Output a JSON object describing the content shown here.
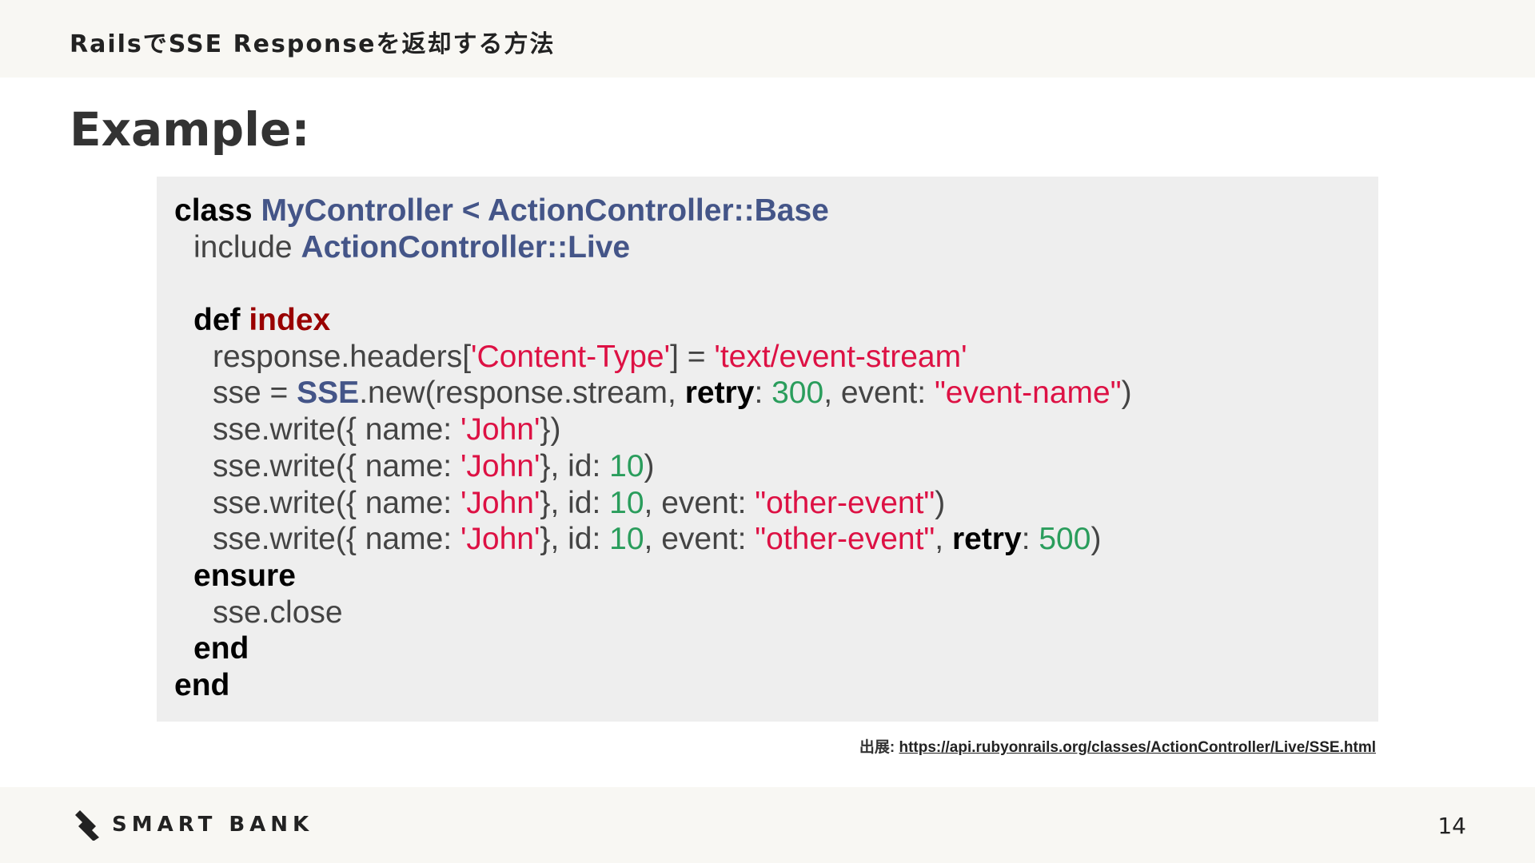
{
  "header": {
    "title": "RailsでSSE Responseを返却する方法"
  },
  "section": {
    "title": "Example:"
  },
  "code": {
    "l1": {
      "a": "class",
      "b": " MyController < ActionController::Base"
    },
    "l2": {
      "a": "include ",
      "b": "ActionController::Live"
    },
    "l4": {
      "a": "def",
      "b": " index"
    },
    "l5": {
      "a": "response.headers[",
      "b": "'Content-Type'",
      "c": "] = ",
      "d": "'text/event-stream'"
    },
    "l6": {
      "a": "sse = ",
      "b": "SSE",
      "c": ".new(response.stream, ",
      "d": "retry",
      "e": ": ",
      "f": "300",
      "g": ", event: ",
      "h": "\"event-name\"",
      "i": ")"
    },
    "l7": {
      "a": "sse.write({ name: ",
      "b": "'John'",
      "c": "})"
    },
    "l8": {
      "a": "sse.write({ name: ",
      "b": "'John'",
      "c": "}, id: ",
      "d": "10",
      "e": ")"
    },
    "l9": {
      "a": "sse.write({ name: ",
      "b": "'John'",
      "c": "}, id: ",
      "d": "10",
      "e": ", event: ",
      "f": "\"other-event\"",
      "g": ")"
    },
    "l10": {
      "a": "sse.write({ name: ",
      "b": "'John'",
      "c": "}, id: ",
      "d": "10",
      "e": ", event: ",
      "f": "\"other-event\"",
      "g": ", ",
      "h": "retry",
      "i": ": ",
      "j": "500",
      "k": ")"
    },
    "l11": {
      "a": "ensure"
    },
    "l12": {
      "a": "sse.close"
    },
    "l13": {
      "a": "end"
    },
    "l14": {
      "a": "end"
    }
  },
  "source": {
    "label": "出展: ",
    "url": "https://api.rubyonrails.org/classes/ActionController/Live/SSE.html"
  },
  "footer": {
    "logo_text": "SMART BANK",
    "page_number": "14",
    "logo_icon": "smartbank-logo-icon"
  },
  "colors": {
    "background": "#ffffff",
    "band": "#f8f7f3",
    "code_bg": "#eeeeee",
    "keyword": "#000000",
    "class_name": "#445588",
    "method_name": "#990000",
    "string": "#dd1144",
    "number": "#2a9d5c"
  }
}
